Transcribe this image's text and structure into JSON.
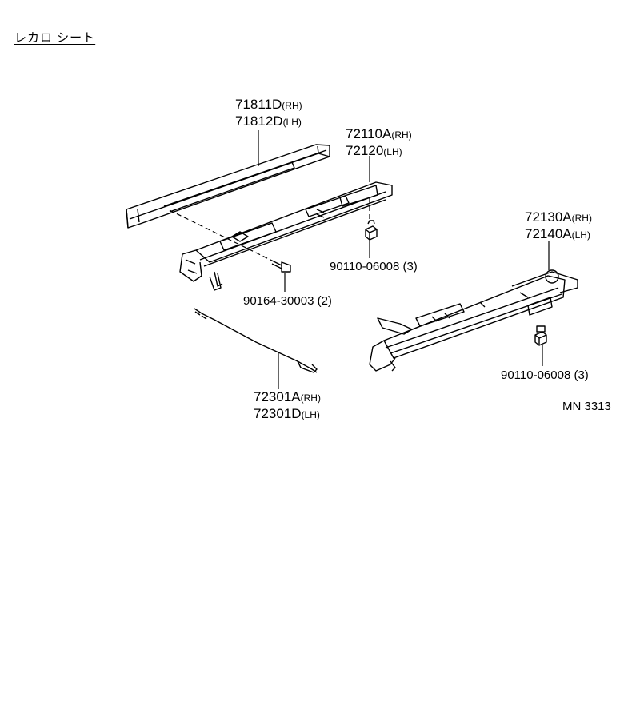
{
  "title": "レカロ シート",
  "figure_code": "MN 3313",
  "labels": {
    "upper_rail_cover": {
      "rh_part": "71811D",
      "rh_side": "(RH)",
      "lh_part": "71812D",
      "lh_side": "(LH)"
    },
    "seat_track_left": {
      "rh_part": "72110A",
      "rh_side": "(RH)",
      "lh_part": "72120",
      "lh_side": "(LH)"
    },
    "seat_track_right": {
      "rh_part": "72130A",
      "rh_side": "(RH)",
      "lh_part": "72140A",
      "lh_side": "(LH)"
    },
    "cable": {
      "rh_part": "72301A",
      "rh_side": "(RH)",
      "lh_part": "72301D",
      "lh_side": "(LH)"
    },
    "nut_left": "90110-06008 (3)",
    "screw": "90164-30003 (2)",
    "nut_right": "90110-06008 (3)"
  }
}
